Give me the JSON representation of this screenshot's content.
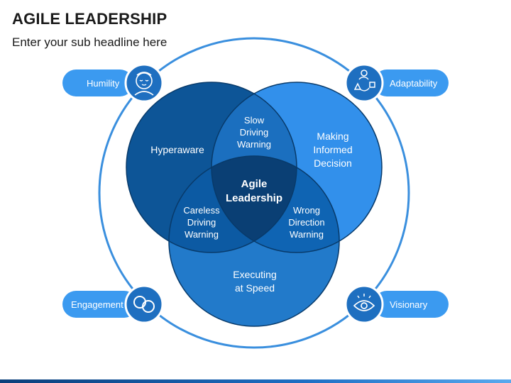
{
  "header": {
    "title": "AGILE LEADERSHIP",
    "subtitle": "Enter your sub headline here"
  },
  "venn": {
    "circles": [
      {
        "label": "Hyperaware",
        "color": "#0d5597"
      },
      {
        "label": "Making\nInformed\nDecision",
        "color": "#2288ea"
      },
      {
        "label": "Executing\nat Speed",
        "color": "#0a6cc4"
      }
    ],
    "overlaps": {
      "top": "Slow\nDriving\nWarning",
      "left": "Careless\nDriving\nWarning",
      "right": "Wrong\nDirection\nWarning",
      "center": "Agile\nLeadership"
    }
  },
  "traits": [
    {
      "label": "Humility",
      "icon": "meditating-person-icon"
    },
    {
      "label": "Adaptability",
      "icon": "adaptation-cycle-icon"
    },
    {
      "label": "Engagement",
      "icon": "interlocked-rings-icon"
    },
    {
      "label": "Visionary",
      "icon": "eye-icon"
    }
  ],
  "colors": {
    "outer_ring": "#3a8fde",
    "pill": "#3b9af0",
    "icon_circle": "#1e6fc0"
  }
}
